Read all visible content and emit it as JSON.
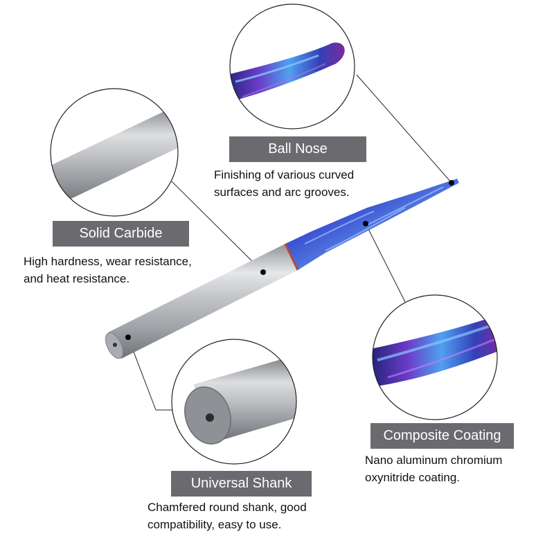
{
  "features": {
    "ball_nose": {
      "title": "Ball Nose",
      "lines": [
        "Finishing of various curved",
        "surfaces and arc grooves."
      ]
    },
    "solid_carbide": {
      "title": "Solid Carbide",
      "lines": [
        "High hardness, wear resistance,",
        "and heat resistance."
      ]
    },
    "composite_coating": {
      "title": "Composite Coating",
      "lines": [
        "Nano aluminum chromium",
        "oxynitride coating."
      ]
    },
    "universal_shank": {
      "title": "Universal Shank",
      "lines": [
        "Chamfered round shank, good",
        "compatibility, easy to use."
      ]
    }
  },
  "colors": {
    "label_background": "#6a6a6f",
    "label_text": "#ffffff",
    "coating_blue": "#3b4fd0",
    "coating_purple": "#7a2fb8",
    "carbide_gray": "#b8babd"
  }
}
